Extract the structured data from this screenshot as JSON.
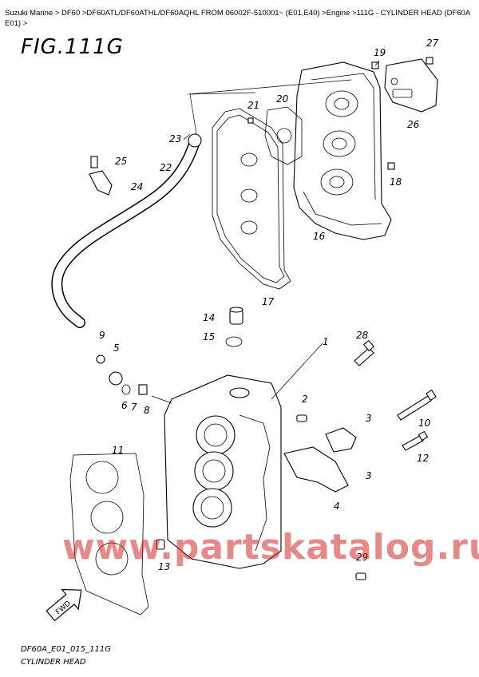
{
  "breadcrumb": "Suzuki Marine > DF60 >DF60ATL/DF60ATHL/DF60AQHL FROM 06002F-510001~ (E01,E40) >Engine >111G - CYLINDER HEAD (DF60A E01) >",
  "figure_title": "FIG.111G",
  "callouts": {
    "p1": "1",
    "p2": "2",
    "p3a": "3",
    "p3b": "3",
    "p4": "4",
    "p5": "5",
    "p6": "6",
    "p7": "7",
    "p8": "8",
    "p9": "9",
    "p10": "10",
    "p11": "11",
    "p12": "12",
    "p13": "13",
    "p14": "14",
    "p15": "15",
    "p16": "16",
    "p17": "17",
    "p18": "18",
    "p19": "19",
    "p20": "20",
    "p21": "21",
    "p22": "22",
    "p23": "23",
    "p24": "24",
    "p25": "25",
    "p26": "26",
    "p27": "27",
    "p28": "28",
    "p29": "29"
  },
  "fwd_label": "FWD",
  "watermark": "www.partskatalog.ru",
  "footer": {
    "code": "DF60A_E01_015_111G",
    "caption": "CYLINDER HEAD"
  }
}
